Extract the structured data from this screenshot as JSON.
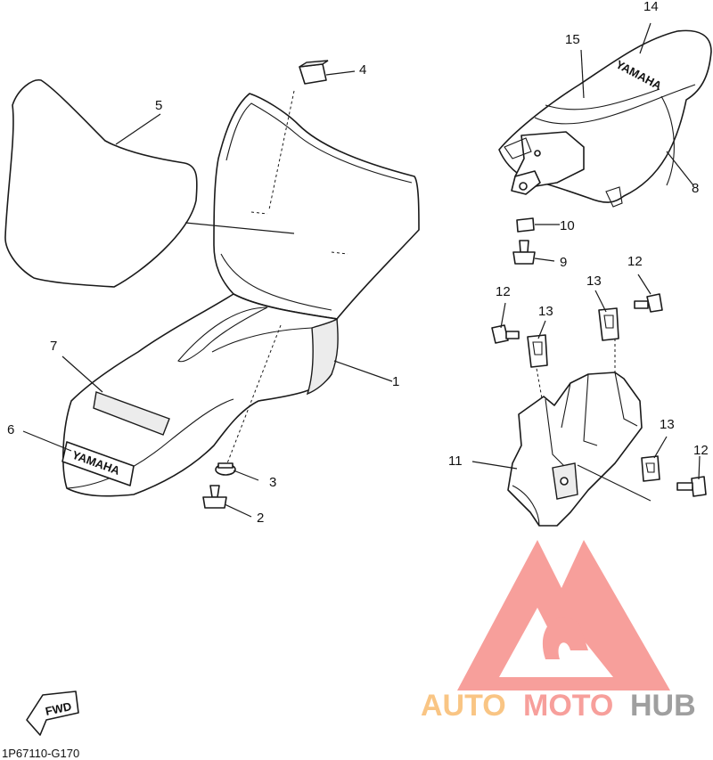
{
  "callouts": [
    {
      "id": "1",
      "label": "1"
    },
    {
      "id": "2",
      "label": "2"
    },
    {
      "id": "3",
      "label": "3"
    },
    {
      "id": "4",
      "label": "4"
    },
    {
      "id": "5",
      "label": "5"
    },
    {
      "id": "6",
      "label": "6"
    },
    {
      "id": "7",
      "label": "7"
    },
    {
      "id": "8",
      "label": "8"
    },
    {
      "id": "9",
      "label": "9"
    },
    {
      "id": "10",
      "label": "10"
    },
    {
      "id": "11",
      "label": "11"
    },
    {
      "id": "12a",
      "label": "12"
    },
    {
      "id": "12b",
      "label": "12"
    },
    {
      "id": "12c",
      "label": "12"
    },
    {
      "id": "13a",
      "label": "13"
    },
    {
      "id": "13b",
      "label": "13"
    },
    {
      "id": "13c",
      "label": "13"
    },
    {
      "id": "14",
      "label": "14"
    },
    {
      "id": "15",
      "label": "15"
    }
  ],
  "decals": {
    "side_cover": "YAMAHA",
    "seat": "YAMAHA"
  },
  "direction_marker": "FWD",
  "diagram_code": "1P67110-G170",
  "watermark": {
    "word1": "AUTO",
    "word2": "MOTO",
    "word3": "HUB",
    "colors": {
      "orange": "#f9c27e",
      "red": "#f79a96",
      "gray": "#9a9a9a"
    }
  }
}
